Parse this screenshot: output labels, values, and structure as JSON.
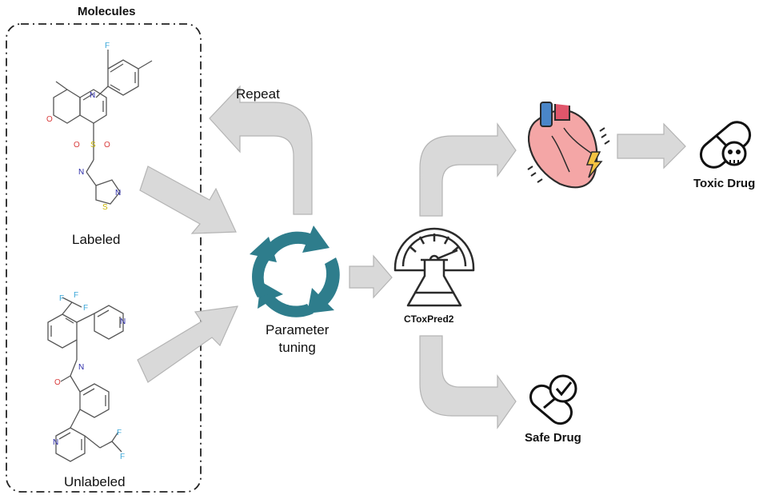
{
  "molecules_panel": {
    "title": "Molecules",
    "labeled_label": "Labeled",
    "unlabeled_label": "Unlabeled"
  },
  "repeat_label": "Repeat",
  "parameter_tuning": {
    "line1": "Parameter",
    "line2": "tuning"
  },
  "model_label": "CToxPred2",
  "outputs": {
    "toxic_label": "Toxic Drug",
    "safe_label": "Safe Drug"
  },
  "colors": {
    "arrow_fill": "#d9d9d9",
    "arrow_stroke": "#b4b4b4",
    "cycle_teal": "#2e7d8c",
    "heart_pink": "#f4a6a6",
    "heart_red": "#e0566b",
    "vessel_blue": "#4a86c8",
    "bolt_yellow": "#f5c342",
    "line_dark": "#2b2b2b"
  },
  "icons": [
    "molecule-structure",
    "cycle-arrows-icon",
    "flask-gauge-icon",
    "heart-icon",
    "pill-skull-icon",
    "pill-check-icon"
  ]
}
